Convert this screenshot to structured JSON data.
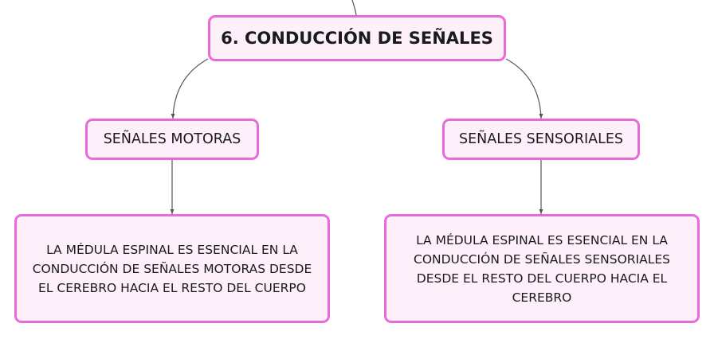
{
  "diagram": {
    "root": {
      "label": "6. CONDUCCIÓN DE SEÑALES"
    },
    "branches": [
      {
        "label": "SEÑALES MOTORAS",
        "detail": "LA MÉDULA ESPINAL ES ESENCIAL EN LA CONDUCCIÓN DE SEÑALES MOTORAS DESDE EL CEREBRO HACIA EL RESTO DEL CUERPO"
      },
      {
        "label": "SEÑALES SENSORIALES",
        "detail": "LA MÉDULA ESPINAL ES ESENCIAL EN LA CONDUCCIÓN DE SEÑALES SENSORIALES DESDE EL RESTO DEL CUERPO HACIA EL CEREBRO"
      }
    ]
  },
  "colors": {
    "node_border": "#e86ad8",
    "node_fill": "#fdf0fb",
    "connector": "#555555"
  }
}
